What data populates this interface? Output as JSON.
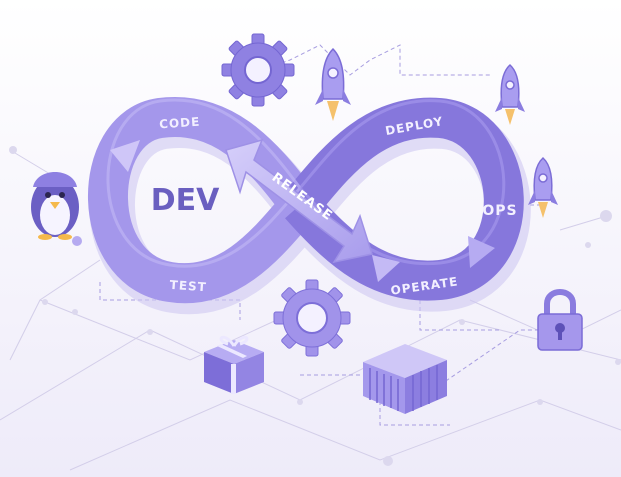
{
  "diagram": {
    "stages": {
      "code": "CODE",
      "test": "TEST",
      "deploy": "DEPLOY",
      "operate": "OPERATE",
      "release": "RELEASE"
    },
    "sides": {
      "dev": "DEV",
      "ops": "OPS"
    }
  },
  "colors": {
    "background": "#f7f6fc",
    "loop_light": "#b5aaf0",
    "loop_mid": "#9183e2",
    "loop_dark": "#7b6cd6",
    "accent": "#6a5fc0",
    "network_line": "#cfcae8"
  },
  "icons": [
    "gear-icon",
    "rocket-icon",
    "penguin-mascot-icon",
    "gift-box-icon",
    "shipping-container-icon",
    "padlock-icon"
  ]
}
